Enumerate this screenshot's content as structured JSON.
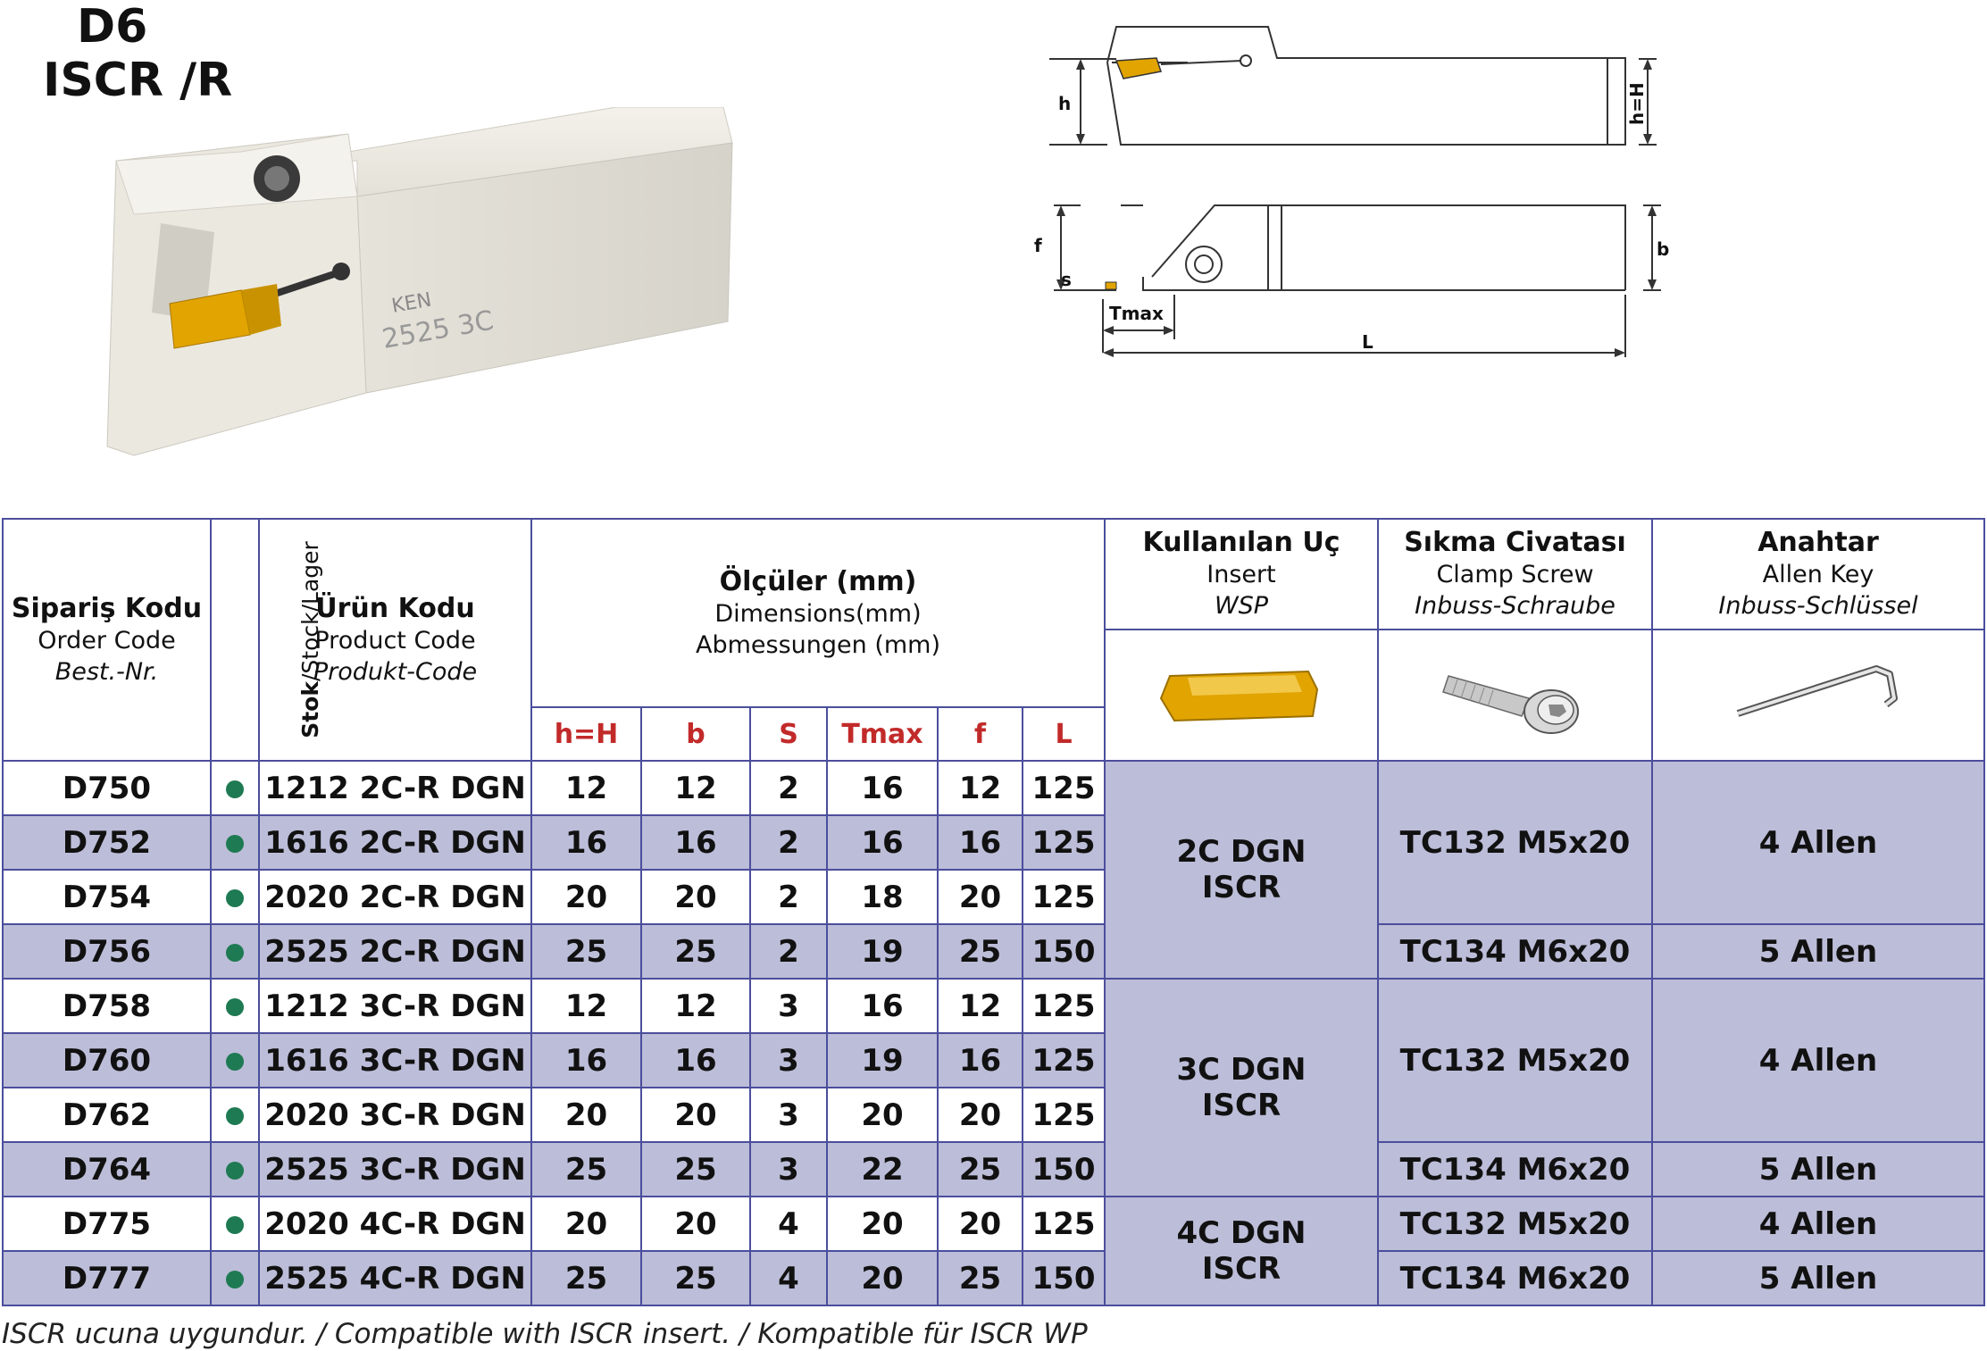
{
  "title": {
    "line1": "D6",
    "line2": "ISCR /R"
  },
  "drawing_labels": {
    "h": "h",
    "hH": "h=H",
    "f": "f",
    "s": "s",
    "b": "b",
    "tmax": "Tmax",
    "L": "L"
  },
  "photo_marking": {
    "brand": "KEN",
    "code": "2525 3C"
  },
  "header": {
    "order_tr": "Sipariş Kodu",
    "order_en": "Order Code",
    "order_de": "Best.-Nr.",
    "stock_tr": "Stok",
    "stock_rest": "/Stock/Lager",
    "product_tr": "Ürün Kodu",
    "product_en": "Product Code",
    "product_de": "Produkt-Code",
    "dims_tr": "Ölçüler (mm)",
    "dims_en": "Dimensions(mm)",
    "dims_de": "Abmessungen (mm)",
    "dim_cols": [
      "h=H",
      "b",
      "S",
      "Tmax",
      "f",
      "L"
    ],
    "insert_tr": "Kullanılan Uç",
    "insert_en": "Insert",
    "insert_de": "WSP",
    "screw_tr": "Sıkma Civatası",
    "screw_en": "Clamp Screw",
    "screw_de": "Inbuss-Schraube",
    "key_tr": "Anahtar",
    "key_en": "Allen Key",
    "key_de": "Inbuss-Schlüssel"
  },
  "rows": [
    {
      "order": "D750",
      "product": "1212 2C-R DGN",
      "h": "12",
      "b": "12",
      "s": "2",
      "tmax": "16",
      "f": "12",
      "L": "125"
    },
    {
      "order": "D752",
      "product": "1616 2C-R DGN",
      "h": "16",
      "b": "16",
      "s": "2",
      "tmax": "16",
      "f": "16",
      "L": "125"
    },
    {
      "order": "D754",
      "product": "2020 2C-R DGN",
      "h": "20",
      "b": "20",
      "s": "2",
      "tmax": "18",
      "f": "20",
      "L": "125"
    },
    {
      "order": "D756",
      "product": "2525 2C-R DGN",
      "h": "25",
      "b": "25",
      "s": "2",
      "tmax": "19",
      "f": "25",
      "L": "150"
    },
    {
      "order": "D758",
      "product": "1212 3C-R DGN",
      "h": "12",
      "b": "12",
      "s": "3",
      "tmax": "16",
      "f": "12",
      "L": "125"
    },
    {
      "order": "D760",
      "product": "1616 3C-R DGN",
      "h": "16",
      "b": "16",
      "s": "3",
      "tmax": "19",
      "f": "16",
      "L": "125"
    },
    {
      "order": "D762",
      "product": "2020 3C-R DGN",
      "h": "20",
      "b": "20",
      "s": "3",
      "tmax": "20",
      "f": "20",
      "L": "125"
    },
    {
      "order": "D764",
      "product": "2525 3C-R DGN",
      "h": "25",
      "b": "25",
      "s": "3",
      "tmax": "22",
      "f": "25",
      "L": "150"
    },
    {
      "order": "D775",
      "product": "2020 4C-R DGN",
      "h": "20",
      "b": "20",
      "s": "4",
      "tmax": "20",
      "f": "20",
      "L": "125"
    },
    {
      "order": "D777",
      "product": "2525 4C-R DGN",
      "h": "25",
      "b": "25",
      "s": "4",
      "tmax": "20",
      "f": "25",
      "L": "150"
    }
  ],
  "inserts": [
    {
      "l1": "2C DGN",
      "l2": "ISCR"
    },
    {
      "l1": "3C DGN",
      "l2": "ISCR"
    },
    {
      "l1": "4C DGN",
      "l2": "ISCR"
    }
  ],
  "screws": [
    "TC132 M5x20",
    "TC134 M6x20",
    "TC132 M5x20",
    "TC134 M6x20",
    "TC132 M5x20",
    "TC134 M6x20"
  ],
  "keys": [
    "4 Allen",
    "5 Allen",
    "4 Allen",
    "5 Allen",
    "4 Allen",
    "5 Allen"
  ],
  "footnote": "ISCR ucuna uygundur. / Compatible with ISCR insert. / Kompatible für ISCR WP",
  "colors": {
    "border": "#4b4e9c",
    "shade": "#bcbdd8",
    "dim_header": "#c22a2a",
    "stock_dot": "#1e7a52",
    "insert_gold": "#e2a400"
  }
}
